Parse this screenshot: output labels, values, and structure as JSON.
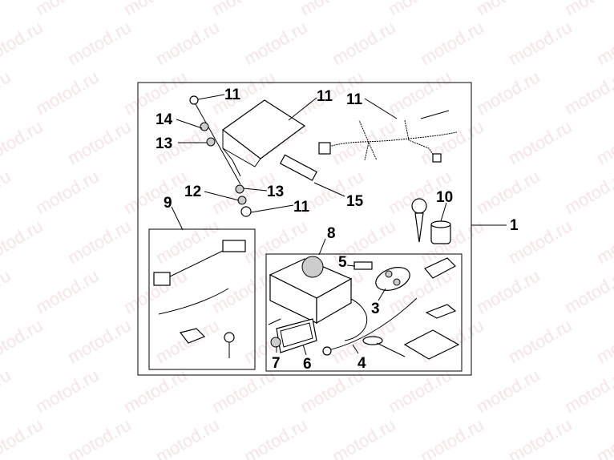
{
  "watermark": "motod.ru",
  "callouts": [
    {
      "id": "c11a",
      "text": "11"
    },
    {
      "id": "c11b",
      "text": "11"
    },
    {
      "id": "c11c",
      "text": "11"
    },
    {
      "id": "c14",
      "text": "14"
    },
    {
      "id": "c13a",
      "text": "13"
    },
    {
      "id": "c12",
      "text": "12"
    },
    {
      "id": "c13b",
      "text": "13"
    },
    {
      "id": "c11d",
      "text": "11"
    },
    {
      "id": "c15",
      "text": "15"
    },
    {
      "id": "c9",
      "text": "9"
    },
    {
      "id": "c10",
      "text": "10"
    },
    {
      "id": "c1",
      "text": "1"
    },
    {
      "id": "c8",
      "text": "8"
    },
    {
      "id": "c5",
      "text": "5"
    },
    {
      "id": "c3",
      "text": "3"
    },
    {
      "id": "c7",
      "text": "7"
    },
    {
      "id": "c6",
      "text": "6"
    },
    {
      "id": "c4",
      "text": "4"
    }
  ]
}
